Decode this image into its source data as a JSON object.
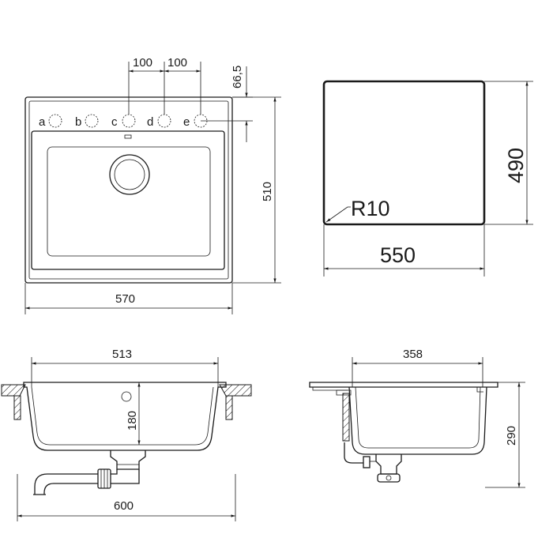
{
  "top_view": {
    "spacing_1": "100",
    "spacing_2": "100",
    "edge_offset": "66,5",
    "width": "570",
    "height": "510",
    "holes": [
      "a",
      "b",
      "c",
      "d",
      "e"
    ]
  },
  "cutout": {
    "height": "490",
    "width": "550",
    "radius": "R10"
  },
  "front_section": {
    "inner_width": "513",
    "depth": "180",
    "outer_width": "600"
  },
  "side_section": {
    "inner_width": "358",
    "depth": "290"
  }
}
